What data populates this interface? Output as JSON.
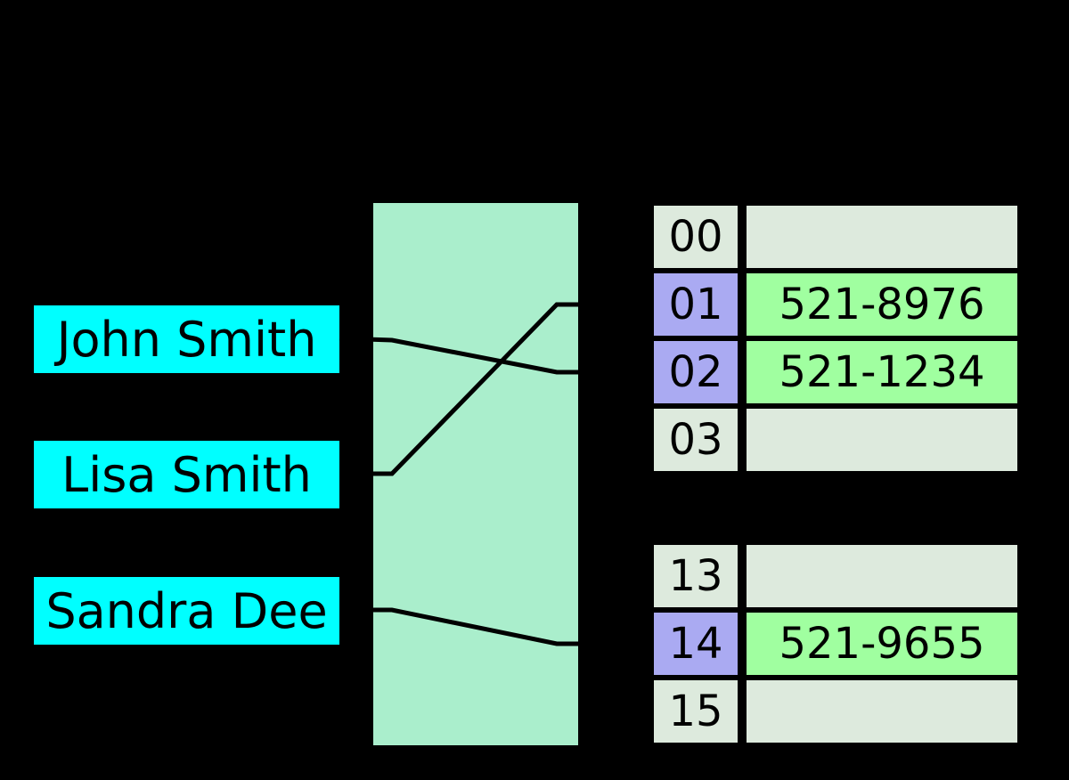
{
  "diagram": {
    "kind": "hash-table-mapping",
    "keys": [
      {
        "label": "John Smith"
      },
      {
        "label": "Lisa Smith"
      },
      {
        "label": "Sandra Dee"
      }
    ],
    "buckets": {
      "top_group": [
        {
          "index": "00",
          "value": "",
          "highlighted": false
        },
        {
          "index": "01",
          "value": "521-8976",
          "highlighted": true
        },
        {
          "index": "02",
          "value": "521-1234",
          "highlighted": true
        },
        {
          "index": "03",
          "value": "",
          "highlighted": false
        }
      ],
      "bottom_group": [
        {
          "index": "13",
          "value": "",
          "highlighted": false
        },
        {
          "index": "14",
          "value": "521-9655",
          "highlighted": true
        },
        {
          "index": "15",
          "value": "",
          "highlighted": false
        }
      ]
    },
    "connections": [
      {
        "from": "John Smith",
        "to": "02"
      },
      {
        "from": "Lisa Smith",
        "to": "01"
      },
      {
        "from": "Sandra Dee",
        "to": "14"
      }
    ],
    "colors": {
      "background": "#000000",
      "key_box": "#00ffff",
      "hash_box": "#aaeecc",
      "bucket_index_default": "#ddeadd",
      "bucket_index_highlight": "#aaaaf2",
      "bucket_value_empty": "#ddeadd",
      "bucket_value_filled": "#a0ffa0",
      "line": "#000000"
    }
  }
}
